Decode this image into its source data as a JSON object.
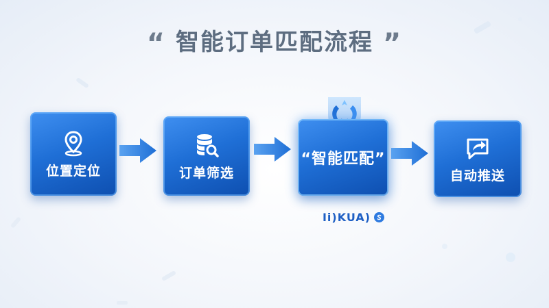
{
  "title": {
    "open_quote": "“",
    "text": "智能订单匹配流程",
    "close_quote": "”"
  },
  "steps": [
    {
      "label": "位置定位",
      "icon": "location-pin-icon"
    },
    {
      "label": "订单筛选",
      "icon": "database-search-icon"
    },
    {
      "label": "“智能匹配”",
      "icon": ""
    },
    {
      "label": "自动推送",
      "icon": "share-message-icon"
    }
  ],
  "center_logo": {
    "icon": "refresh-shield-icon"
  },
  "brand": {
    "text": "Ii)KUA)",
    "badge_icon": "s-badge-icon"
  },
  "colors": {
    "box_blue": "#1f6fd6",
    "arrow_blue": "#2f7fe4",
    "title_gray": "#5d6d80",
    "brand_blue": "#1e5fc4"
  }
}
